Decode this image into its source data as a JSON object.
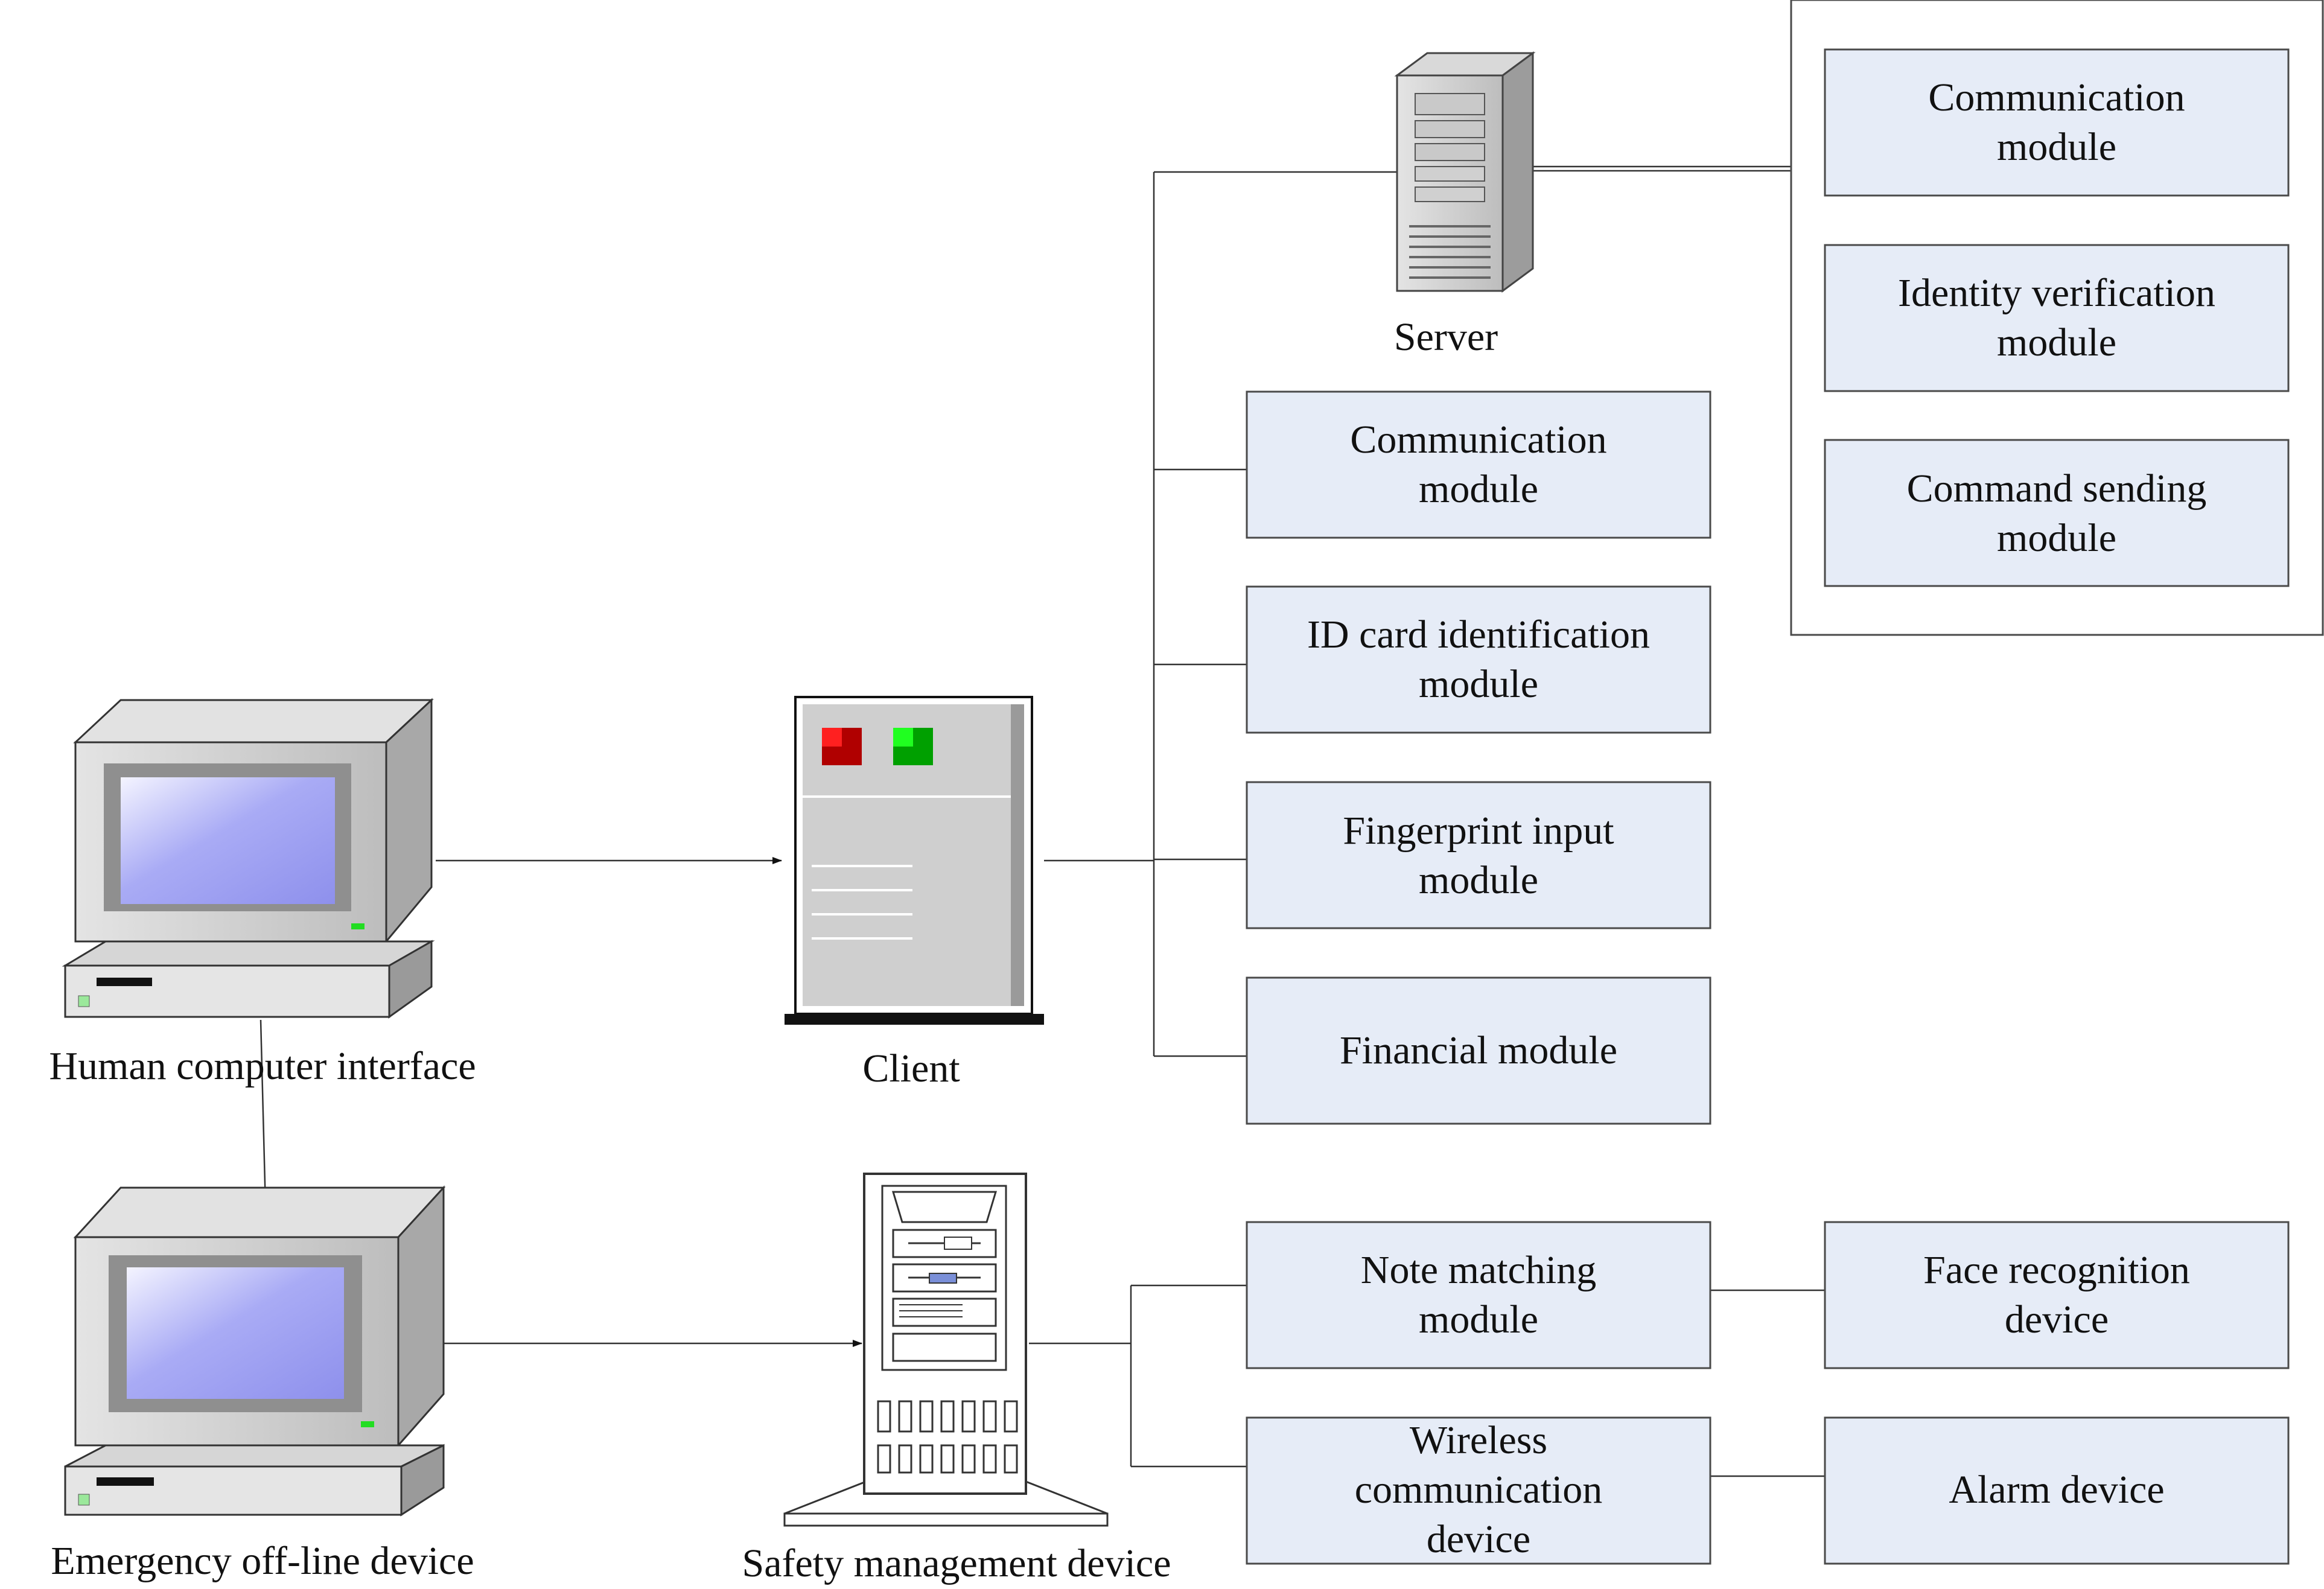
{
  "colors": {
    "module_fill": "#e6ecf7",
    "module_stroke": "#4a4a4a",
    "line": "#333333",
    "screen_blue": "#9a9cf0",
    "led_red": "#b00000",
    "led_green": "#00a000"
  },
  "devices": {
    "server": {
      "label": "Server",
      "icon": "server-tower-icon"
    },
    "client": {
      "label": "Client",
      "icon": "client-cabinet-icon"
    },
    "hci": {
      "label": "Human computer interface",
      "icon": "desktop-computer-icon"
    },
    "emergency": {
      "label": "Emergency off-line device",
      "icon": "desktop-computer-icon"
    },
    "safety": {
      "label": "Safety management device",
      "icon": "tower-pc-icon"
    }
  },
  "server_modules": [
    {
      "lines": [
        "Communication",
        "module"
      ]
    },
    {
      "lines": [
        "Identity verification",
        "module"
      ]
    },
    {
      "lines": [
        "Command sending",
        "module"
      ]
    }
  ],
  "client_modules": [
    {
      "lines": [
        "Communication",
        "module"
      ]
    },
    {
      "lines": [
        "ID card identification",
        "module"
      ]
    },
    {
      "lines": [
        "Fingerprint input",
        "module"
      ]
    },
    {
      "lines": [
        "Financial module"
      ]
    }
  ],
  "safety_modules": [
    {
      "lines": [
        "Note matching",
        "module"
      ]
    },
    {
      "lines": [
        "Wireless",
        "communication",
        "device"
      ]
    }
  ],
  "peripheral_devices": [
    {
      "lines": [
        "Face recognition",
        "device"
      ]
    },
    {
      "lines": [
        "Alarm device"
      ]
    }
  ]
}
